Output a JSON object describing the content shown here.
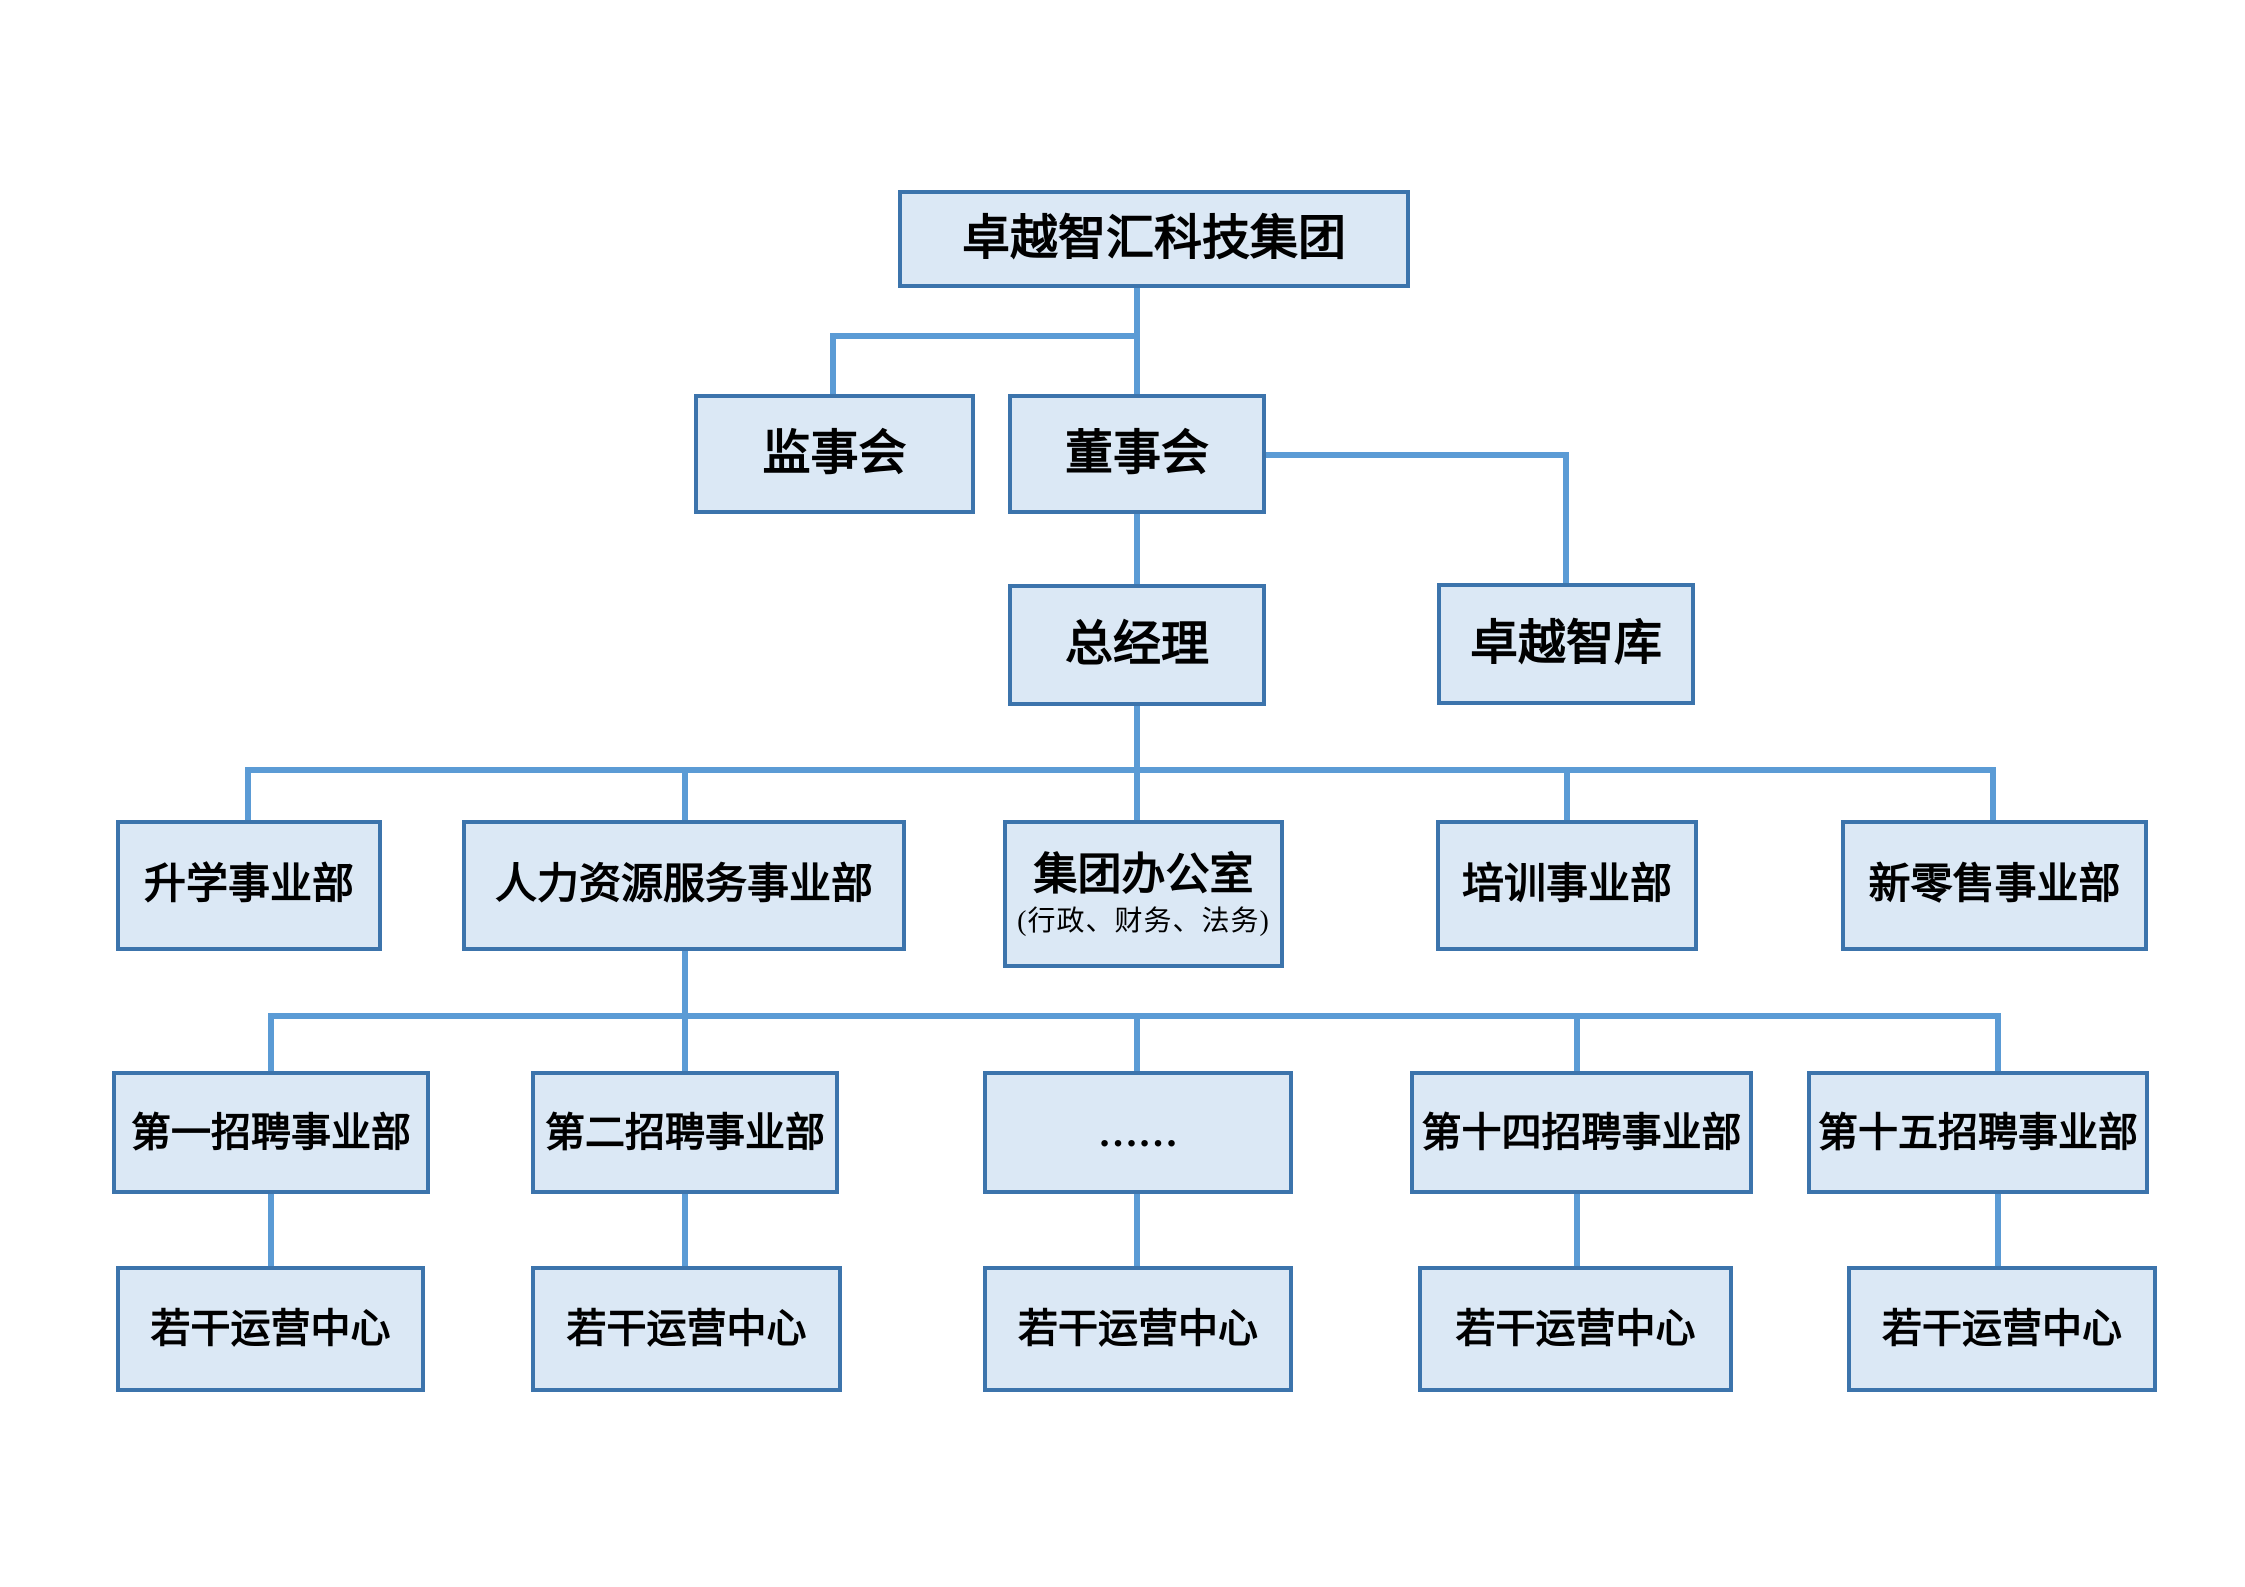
{
  "diagram_type": "organization-chart",
  "nodes": {
    "group": {
      "label": "卓越智汇科技集团"
    },
    "supervisory_board": {
      "label": "监事会"
    },
    "board_of_directors": {
      "label": "董事会"
    },
    "general_manager": {
      "label": "总经理"
    },
    "zhuoyue_think_tank": {
      "label": "卓越智库"
    },
    "admissions_division": {
      "label": "升学事业部"
    },
    "hr_service_division": {
      "label": "人力资源服务事业部"
    },
    "group_office": {
      "label": "集团办公室",
      "sublabel": "(行政、财务、法务)"
    },
    "training_division": {
      "label": "培训事业部"
    },
    "new_retail_division": {
      "label": "新零售事业部"
    },
    "recruitment_division_1": {
      "label": "第一招聘事业部"
    },
    "recruitment_division_2": {
      "label": "第二招聘事业部"
    },
    "recruitment_division_more": {
      "label": "……"
    },
    "recruitment_division_14": {
      "label": "第十四招聘事业部"
    },
    "recruitment_division_15": {
      "label": "第十五招聘事业部"
    },
    "operations_center_1": {
      "label": "若干运营中心"
    },
    "operations_center_2": {
      "label": "若干运营中心"
    },
    "operations_center_3": {
      "label": "若干运营中心"
    },
    "operations_center_4": {
      "label": "若干运营中心"
    },
    "operations_center_5": {
      "label": "若干运营中心"
    }
  },
  "edges": [
    [
      "group",
      "supervisory_board"
    ],
    [
      "group",
      "board_of_directors"
    ],
    [
      "board_of_directors",
      "general_manager"
    ],
    [
      "board_of_directors",
      "zhuoyue_think_tank"
    ],
    [
      "general_manager",
      "admissions_division"
    ],
    [
      "general_manager",
      "hr_service_division"
    ],
    [
      "general_manager",
      "group_office"
    ],
    [
      "general_manager",
      "training_division"
    ],
    [
      "general_manager",
      "new_retail_division"
    ],
    [
      "hr_service_division",
      "recruitment_division_1"
    ],
    [
      "hr_service_division",
      "recruitment_division_2"
    ],
    [
      "hr_service_division",
      "recruitment_division_more"
    ],
    [
      "hr_service_division",
      "recruitment_division_14"
    ],
    [
      "hr_service_division",
      "recruitment_division_15"
    ],
    [
      "recruitment_division_1",
      "operations_center_1"
    ],
    [
      "recruitment_division_2",
      "operations_center_2"
    ],
    [
      "recruitment_division_more",
      "operations_center_3"
    ],
    [
      "recruitment_division_14",
      "operations_center_4"
    ],
    [
      "recruitment_division_15",
      "operations_center_5"
    ]
  ],
  "colors": {
    "node_fill": "#dbe8f5",
    "node_border": "#3c74ac",
    "connector": "#5b9bd5",
    "text": "#000000",
    "background": "#ffffff"
  }
}
